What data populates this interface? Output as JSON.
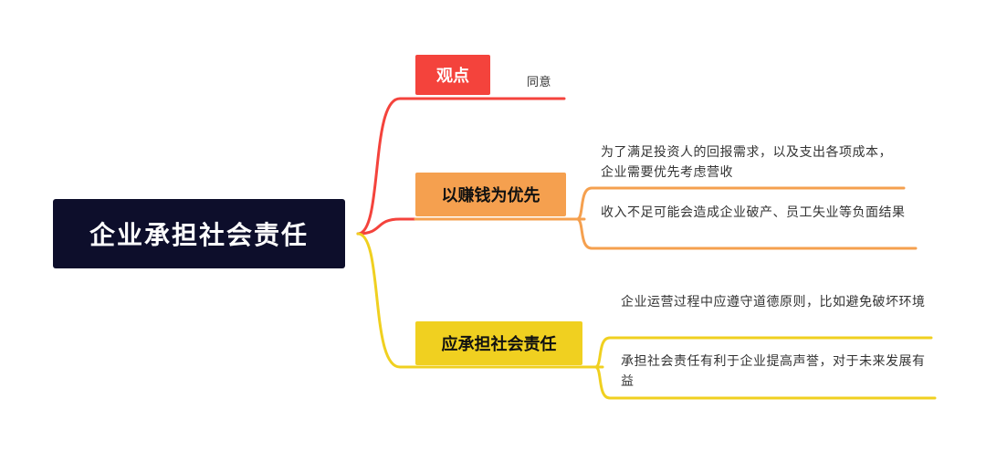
{
  "colors": {
    "root_bg": "#0d0e2b",
    "red": "#f4433c",
    "orange": "#f5a04f",
    "yellow": "#f0d020"
  },
  "mindmap": {
    "root": "企业承担社会责任",
    "branches": [
      {
        "label": "观点",
        "color": "#f4433c",
        "children": [
          "同意"
        ]
      },
      {
        "label": "以赚钱为优先",
        "color": "#f5a04f",
        "children": [
          "为了满足投资人的回报需求，以及支出各项成本，企业需要优先考虑营收",
          "收入不足可能会造成企业破产、员工失业等负面结果"
        ]
      },
      {
        "label": "应承担社会责任",
        "color": "#f0d020",
        "children": [
          "企业运营过程中应遵守道德原则，比如避免破坏环境",
          "承担社会责任有利于企业提高声誉，对于未来发展有益"
        ]
      }
    ]
  }
}
